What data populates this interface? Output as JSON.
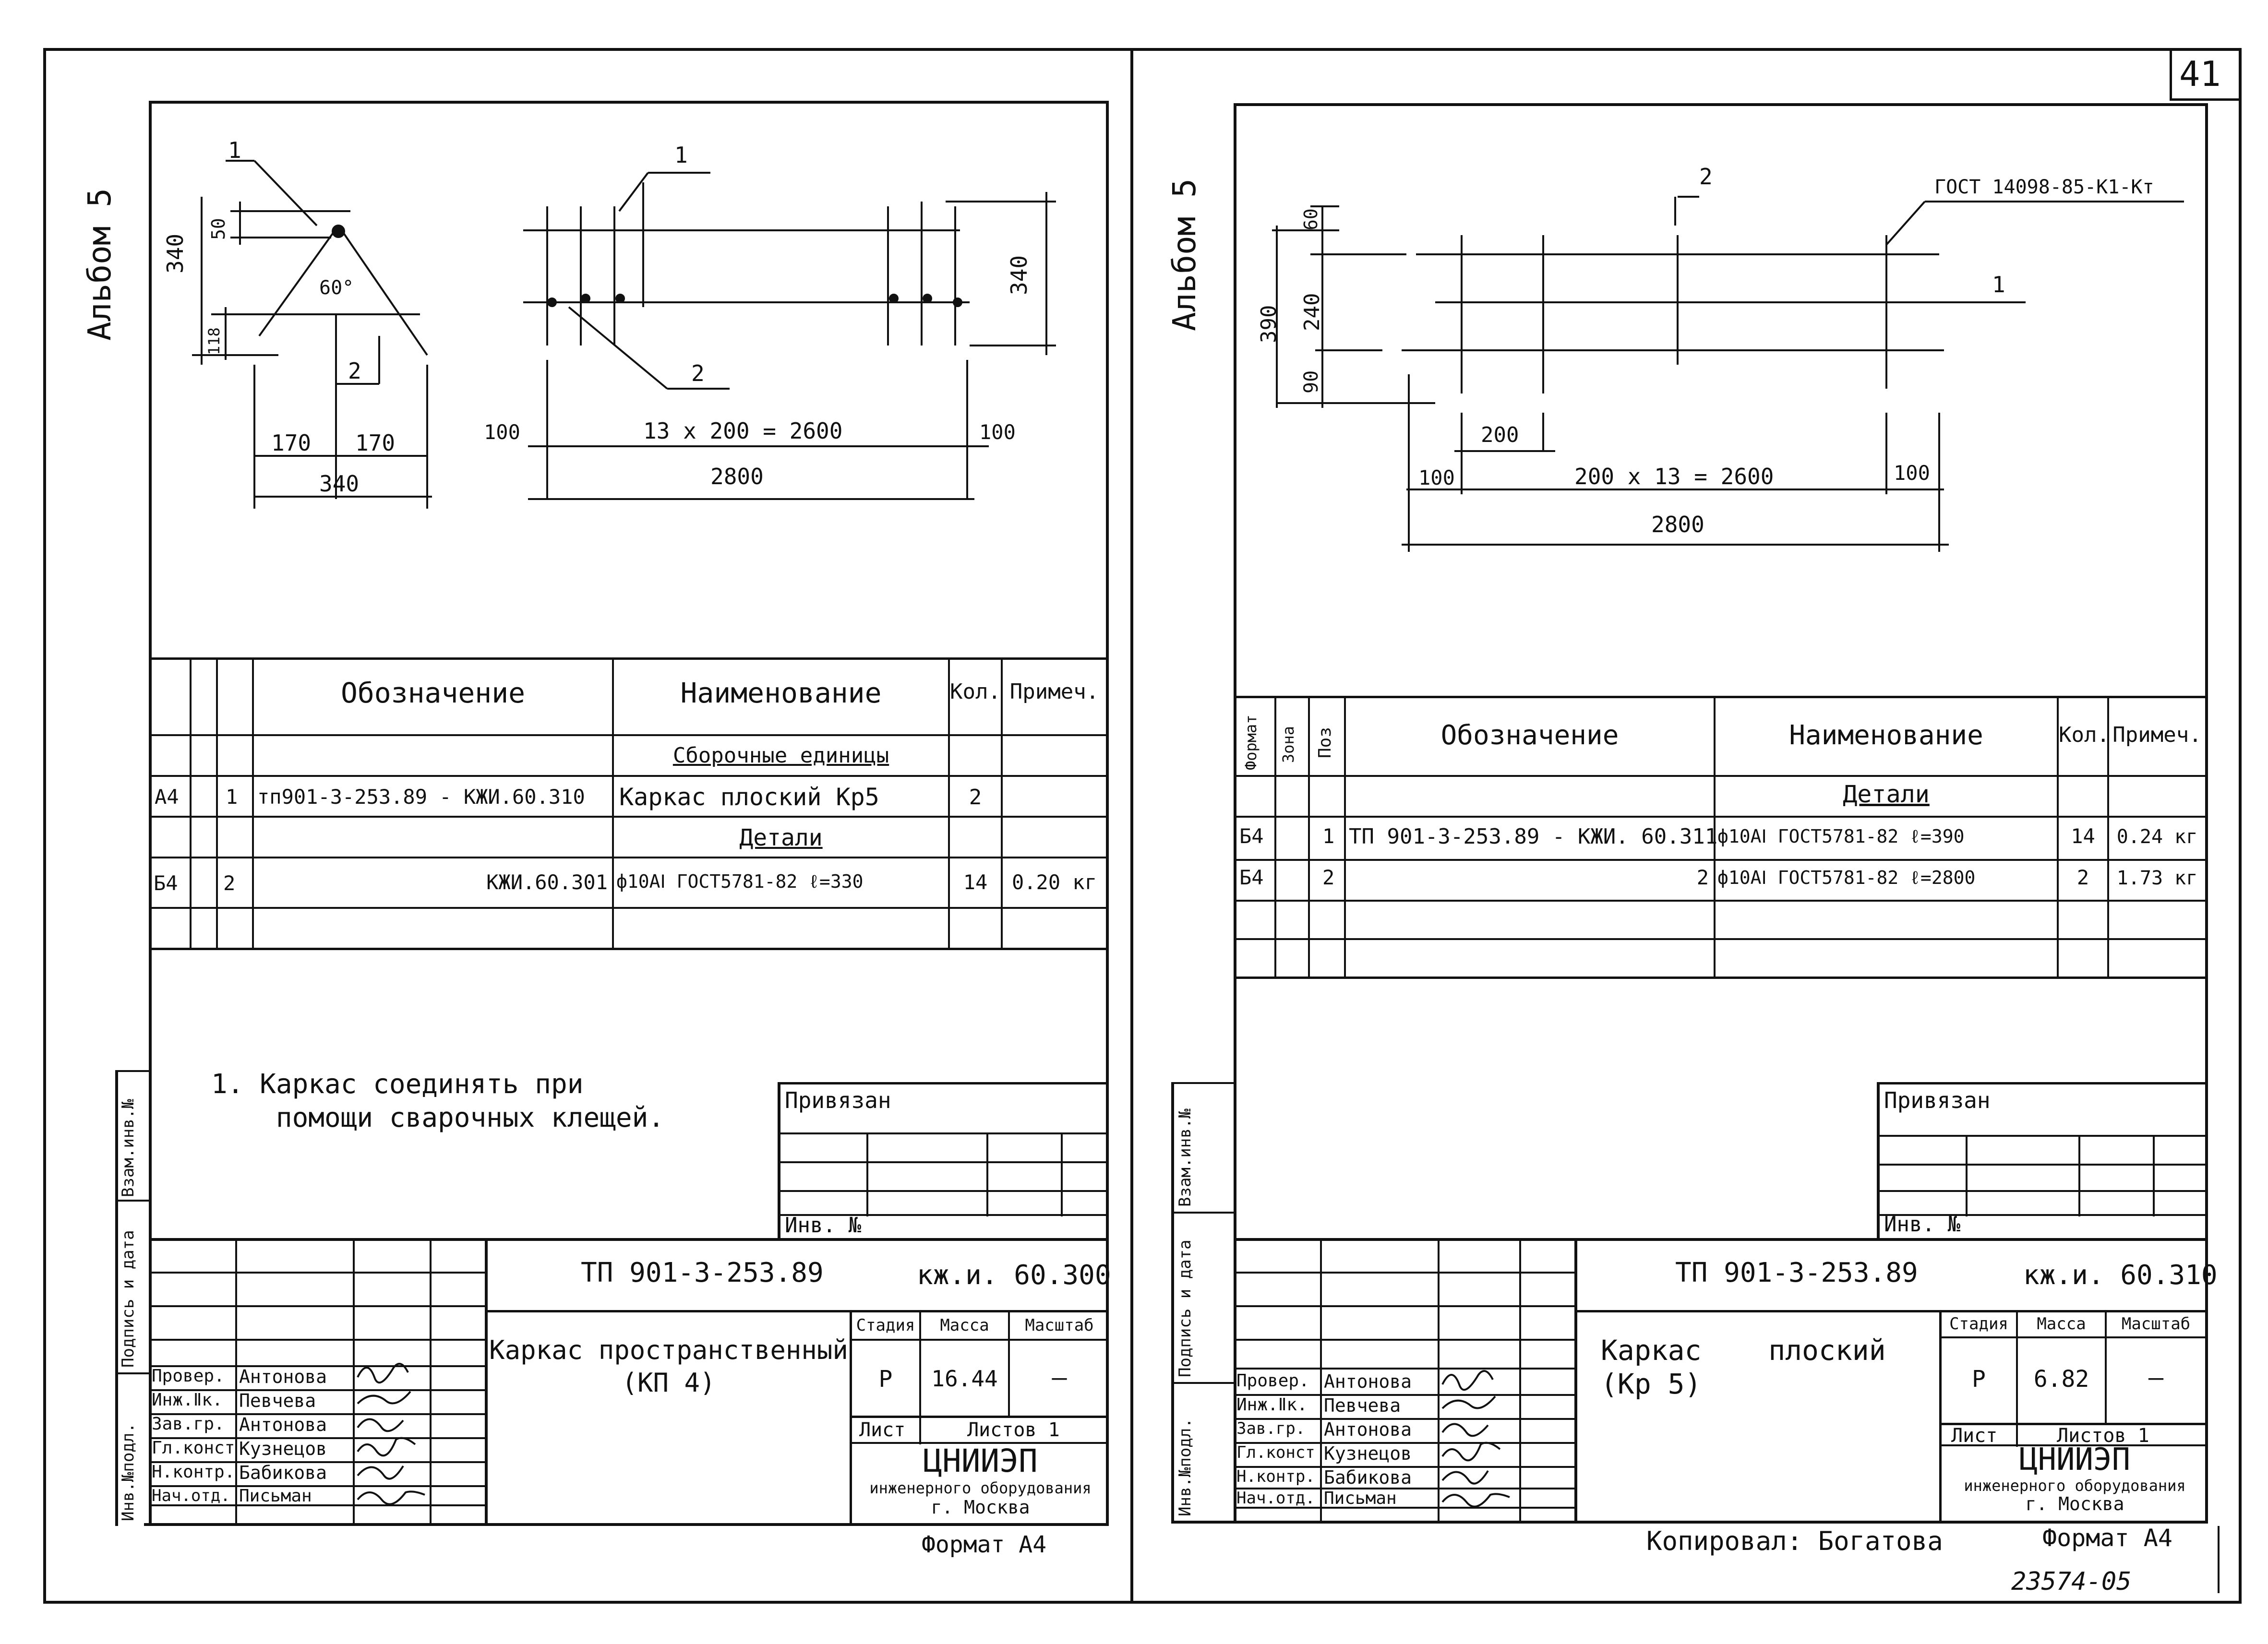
{
  "page_number": "41",
  "archive_number": "23574-05",
  "copied_by": "Копировал: Богатова",
  "left": {
    "album": "Альбом 5",
    "dims": {
      "a340": "340",
      "a50": "50",
      "a118": "118",
      "angle": "60°",
      "a170l": "170",
      "a170r": "170",
      "a340b": "340",
      "call1": "1",
      "call2": "2",
      "b100l": "100",
      "bspan": "13 х 200 = 2600",
      "b100r": "100",
      "b2800": "2800",
      "b340": "340",
      "bcall1": "1",
      "bcall2": "2"
    },
    "spec_headers": {
      "designation": "Обозначение",
      "name": "Наименование",
      "qty": "Кол.",
      "note": "Примеч."
    },
    "spec_rows": [
      {
        "section": "Сборочные единицы"
      },
      {
        "format": "А4",
        "pos": "1",
        "designation": "тп901-3-253.89    - КЖИ.60.310",
        "name": "Каркас плоский Кр5",
        "qty": "2",
        "note": ""
      },
      {
        "section": "Детали"
      },
      {
        "format": "Б4",
        "pos": "2",
        "designation": "КЖИ.60.301",
        "name": "ф10АⅠ ГОСТ5781-82  ℓ=330",
        "qty": "14",
        "note": "0.20 кг"
      }
    ],
    "note": "1. Каркас соединять при\n    помощи сварочных клещей.",
    "privyazan": "Привязан",
    "inv_no": "Инв. №",
    "side_labels": [
      "Инв.№подл.",
      "Подпись и дата",
      "Взам.инв.№"
    ],
    "doc_code": "ТП 901-3-253.89",
    "doc_mark": "кж.и. 60.300",
    "title": "Каркас пространственный\n(КП 4)",
    "stage_h": "Стадия",
    "mass_h": "Масса",
    "scale_h": "Масштаб",
    "stage": "Р",
    "mass": "16.44",
    "scale": "—",
    "sheet_h": "Лист",
    "sheets_h": "Листов 1",
    "org": "ЦНИИЭП",
    "org_sub": "инженерного оборудования",
    "org_city": "г. Москва",
    "staff": [
      {
        "role": "Провер.",
        "name": "Антонова"
      },
      {
        "role": "Инж.Ⅱк.",
        "name": "Певчева"
      },
      {
        "role": "Зав.гр.",
        "name": "Антонова"
      },
      {
        "role": "Гл.конст",
        "name": "Кузнецов"
      },
      {
        "role": "Н.контр.",
        "name": "Бабикова"
      },
      {
        "role": "Нач.отд.",
        "name": "Письман"
      }
    ],
    "format": "Формат А4"
  },
  "right": {
    "album": "Альбом 5",
    "dims": {
      "d390": "390",
      "d60": "60",
      "d240": "240",
      "d90": "90",
      "call2": "2",
      "gost": "ГОСТ 14098-85-К1-Кт",
      "call1": "1",
      "d200": "200",
      "d100l": "100",
      "dspan": "200 х 13 = 2600",
      "d100r": "100",
      "d2800": "2800"
    },
    "spec_headers": {
      "format": "Формат",
      "zone": "Зона",
      "pos": "Поз",
      "designation": "Обозначение",
      "name": "Наименование",
      "qty": "Кол.",
      "note": "Примеч."
    },
    "spec_rows": [
      {
        "section": "Детали"
      },
      {
        "format": "Б4",
        "pos": "1",
        "designation": "ТП 901-3-253.89 - КЖИ. 60.311",
        "name": "ф10АⅠ ГОСТ5781-82  ℓ=390",
        "qty": "14",
        "note": "0.24 кг"
      },
      {
        "format": "Б4",
        "pos": "2",
        "designation": "2",
        "name": "ф10АⅠ ГОСТ5781-82  ℓ=2800",
        "qty": "2",
        "note": "1.73 кг"
      }
    ],
    "privyazan": "Привязан",
    "inv_no": "Инв. №",
    "side_labels": [
      "Инв.№подл.",
      "Подпись и дата",
      "Взам.инв.№"
    ],
    "doc_code": "ТП 901-3-253.89",
    "doc_mark": "кж.и. 60.310",
    "title": "Каркас    плоский\n(Кр 5)",
    "stage_h": "Стадия",
    "mass_h": "Масса",
    "scale_h": "Масштаб",
    "stage": "Р",
    "mass": "6.82",
    "scale": "—",
    "sheet_h": "Лист",
    "sheets_h": "Листов 1",
    "org": "ЦНИИЭП",
    "org_sub": "инженерного оборудования",
    "org_city": "г. Москва",
    "staff": [
      {
        "role": "Провер.",
        "name": "Антонова"
      },
      {
        "role": "Инж.Ⅱк.",
        "name": "Певчева"
      },
      {
        "role": "Зав.гр.",
        "name": "Антонова"
      },
      {
        "role": "Гл.конст",
        "name": "Кузнецов"
      },
      {
        "role": "Н.контр.",
        "name": "Бабикова"
      },
      {
        "role": "Нач.отд.",
        "name": "Письман"
      }
    ],
    "format": "Формат А4"
  }
}
